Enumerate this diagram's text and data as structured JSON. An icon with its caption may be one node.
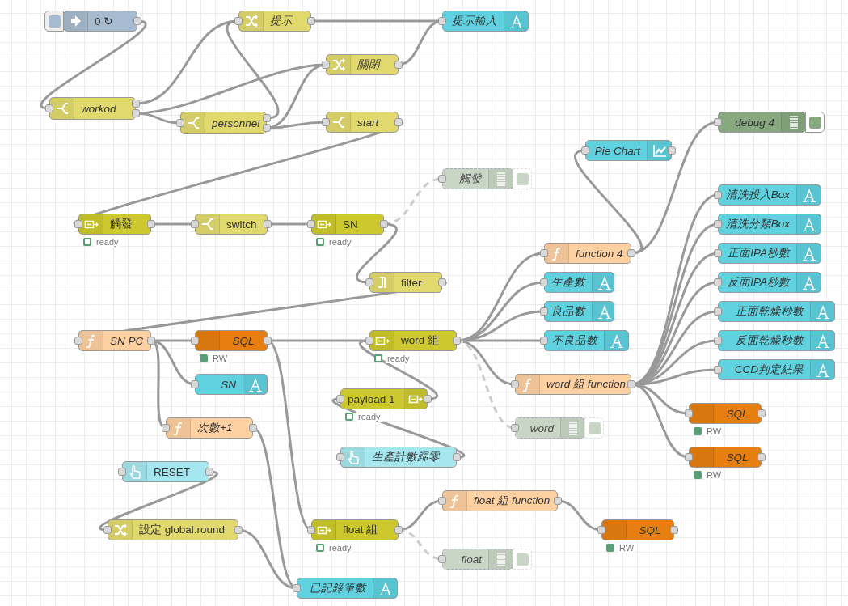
{
  "diagram": {
    "nodes": [
      {
        "text": [
          "0 ↻"
        ]
      },
      {
        "text": [
          "提示"
        ]
      },
      {
        "text": [
          "提示輸入"
        ]
      },
      {
        "text": [
          "關閉"
        ]
      },
      {
        "text": [
          "workod"
        ]
      },
      {
        "text": [
          "personnel"
        ]
      },
      {
        "text": [
          "start"
        ]
      },
      {
        "text": [
          "debug 4"
        ]
      },
      {
        "text": [
          "Pie Chart"
        ]
      },
      {
        "text": [
          "觸發"
        ],
        "beside": [
          "ready"
        ]
      },
      {
        "text": [
          "switch"
        ]
      },
      {
        "text": [
          "SN"
        ],
        "beside": [
          "ready"
        ]
      },
      {
        "text": [
          "觸發"
        ]
      },
      {
        "text": [
          "清洗投入Box"
        ]
      },
      {
        "text": [
          "清洗分類Box"
        ]
      },
      {
        "text": [
          "正面IPA秒數"
        ]
      },
      {
        "text": [
          "filter"
        ]
      },
      {
        "text": [
          "function 4"
        ]
      },
      {
        "text": [
          "生產數"
        ]
      },
      {
        "text": [
          "反面IPA秒數"
        ]
      },
      {
        "text": [
          "良品數"
        ]
      },
      {
        "text": [
          "正面乾燥秒數"
        ]
      },
      {
        "text": [
          "SN PC"
        ]
      },
      {
        "text": [
          "SQL"
        ],
        "beside": [
          "RW"
        ]
      },
      {
        "text": [
          "word 組"
        ],
        "beside": [
          "ready"
        ]
      },
      {
        "text": [
          "不良品數"
        ]
      },
      {
        "text": [
          "反面乾燥秒數"
        ]
      },
      {
        "text": [
          "CCD判定結果"
        ]
      },
      {
        "text": [
          "word 組 function"
        ]
      },
      {
        "text": [
          "SN"
        ]
      },
      {
        "text": [
          "payload 1"
        ],
        "beside": [
          "ready"
        ]
      },
      {
        "text": [
          "SQL"
        ],
        "beside": [
          "RW"
        ]
      },
      {
        "text": [
          "次數+1"
        ]
      },
      {
        "text": [
          "word"
        ]
      },
      {
        "text": [
          "生產計數歸零"
        ]
      },
      {
        "text": [
          "SQL"
        ],
        "beside": [
          "RW"
        ]
      },
      {
        "text": [
          "RESET"
        ]
      },
      {
        "text": [
          "float 組 function"
        ]
      },
      {
        "text": [
          "設定 global.round"
        ]
      },
      {
        "text": [
          "float 組"
        ],
        "beside": [
          "ready"
        ]
      },
      {
        "text": [
          "SQL"
        ],
        "beside": [
          "RW"
        ]
      },
      {
        "text": [
          "float"
        ]
      },
      {
        "text": [
          "已記錄筆數"
        ]
      }
    ],
    "edges": [
      {
        "from": 0,
        "to": 4,
        "arrow": "none"
      },
      {
        "from": 4,
        "to": 1,
        "arrow": "none"
      },
      {
        "from": 4,
        "to": 3,
        "arrow": "none"
      },
      {
        "from": 4,
        "to": 5,
        "arrow": "none"
      },
      {
        "from": 5,
        "to": 1,
        "arrow": "none"
      },
      {
        "from": 5,
        "to": 3,
        "arrow": "none"
      },
      {
        "from": 5,
        "to": 6,
        "arrow": "none"
      },
      {
        "from": 1,
        "to": 2,
        "arrow": "none"
      },
      {
        "from": 3,
        "to": 2,
        "arrow": "none"
      },
      {
        "from": 6,
        "to": 9,
        "arrow": "none"
      },
      {
        "from": 9,
        "to": 10,
        "arrow": "none"
      },
      {
        "from": 10,
        "to": 11,
        "arrow": "none"
      },
      {
        "from": 11,
        "to": 12,
        "arrow": "none",
        "style": "dashed",
        "color": "#cccccc"
      },
      {
        "from": 11,
        "to": 16,
        "arrow": "none"
      },
      {
        "from": 16,
        "to": 22,
        "arrow": "none"
      },
      {
        "from": 22,
        "to": 23,
        "arrow": "none"
      },
      {
        "from": 22,
        "to": 29,
        "arrow": "none"
      },
      {
        "from": 22,
        "to": 32,
        "arrow": "none"
      },
      {
        "from": 23,
        "to": 24,
        "arrow": "none"
      },
      {
        "from": 23,
        "to": 39,
        "arrow": "none"
      },
      {
        "from": 30,
        "to": 24,
        "arrow": "none"
      },
      {
        "from": 34,
        "to": 30,
        "arrow": "none"
      },
      {
        "from": 24,
        "to": 17,
        "arrow": "none"
      },
      {
        "from": 24,
        "to": 18,
        "arrow": "none"
      },
      {
        "from": 24,
        "to": 20,
        "arrow": "none"
      },
      {
        "from": 24,
        "to": 25,
        "arrow": "none"
      },
      {
        "from": 24,
        "to": 28,
        "arrow": "none"
      },
      {
        "from": 24,
        "to": 33,
        "arrow": "none",
        "style": "dashed",
        "color": "#cccccc"
      },
      {
        "from": 17,
        "to": 8,
        "arrow": "none"
      },
      {
        "from": 17,
        "to": 7,
        "arrow": "none"
      },
      {
        "from": 28,
        "to": 13,
        "arrow": "none"
      },
      {
        "from": 28,
        "to": 14,
        "arrow": "none"
      },
      {
        "from": 28,
        "to": 15,
        "arrow": "none"
      },
      {
        "from": 28,
        "to": 19,
        "arrow": "none"
      },
      {
        "from": 28,
        "to": 21,
        "arrow": "none"
      },
      {
        "from": 28,
        "to": 26,
        "arrow": "none"
      },
      {
        "from": 28,
        "to": 27,
        "arrow": "none"
      },
      {
        "from": 28,
        "to": 31,
        "arrow": "none"
      },
      {
        "from": 28,
        "to": 35,
        "arrow": "none"
      },
      {
        "from": 32,
        "to": 42,
        "arrow": "none"
      },
      {
        "from": 36,
        "to": 38,
        "arrow": "none"
      },
      {
        "from": 38,
        "to": 42,
        "arrow": "none"
      },
      {
        "from": 39,
        "to": 37,
        "arrow": "none"
      },
      {
        "from": 39,
        "to": 41,
        "arrow": "none",
        "style": "dashed",
        "color": "#cccccc"
      },
      {
        "from": 37,
        "to": 40,
        "arrow": "none"
      }
    ]
  }
}
